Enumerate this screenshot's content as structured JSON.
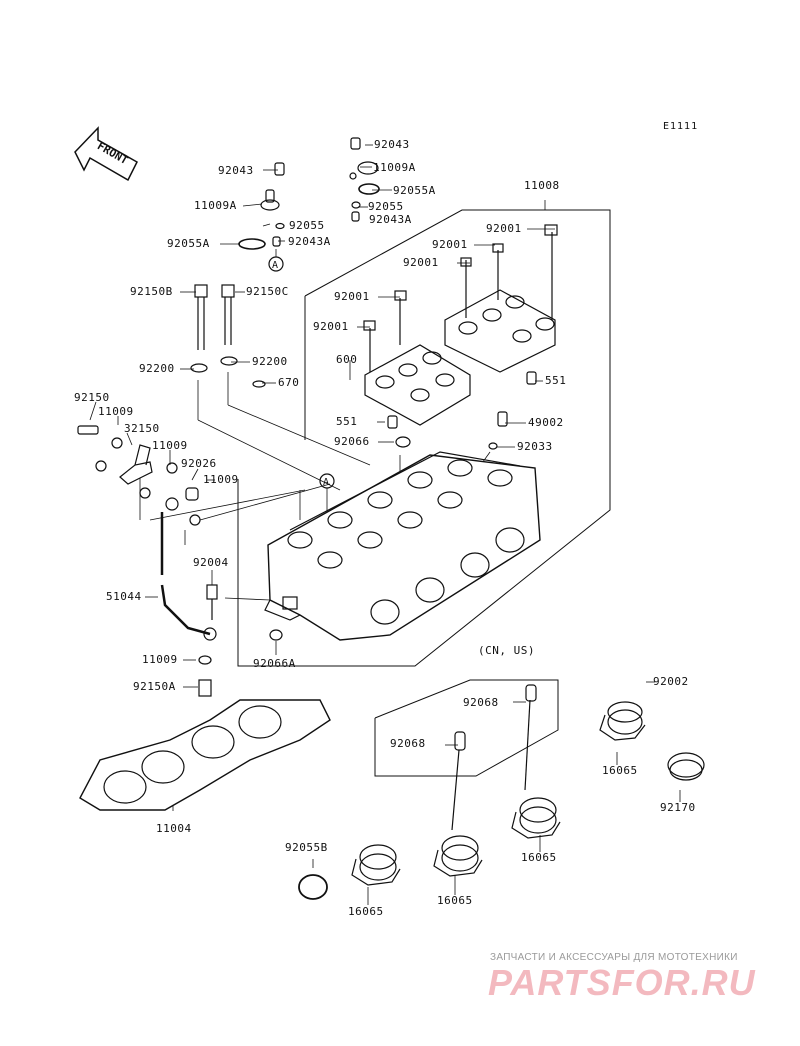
{
  "diagram": {
    "ref_code": "E1111",
    "front_arrow_label": "FRONT",
    "market_note": "(CN, US)",
    "callout_marker": "A",
    "part_labels": [
      "92043",
      "11009A",
      "92055",
      "92055A",
      "92043A",
      "92043",
      "11009A",
      "92055A",
      "92055",
      "92043A",
      "11008",
      "92001",
      "92001",
      "92001",
      "92001",
      "92001",
      "92150B",
      "92150C",
      "92200",
      "92200",
      "670",
      "600",
      "551",
      "551",
      "49002",
      "92066",
      "92033",
      "92150",
      "11009",
      "32150",
      "11009",
      "92026",
      "11009",
      "92004",
      "51044",
      "92066A",
      "11009",
      "92150A",
      "11004",
      "92068",
      "92068",
      "92002",
      "16065",
      "92170",
      "16065",
      "92055B",
      "16065",
      "16065"
    ]
  },
  "watermark": {
    "caption": "ЗАПЧАСТИ И АКСЕССУАРЫ ДЛЯ МОТОТЕХНИКИ",
    "logo": "PARTSFOR.RU"
  }
}
